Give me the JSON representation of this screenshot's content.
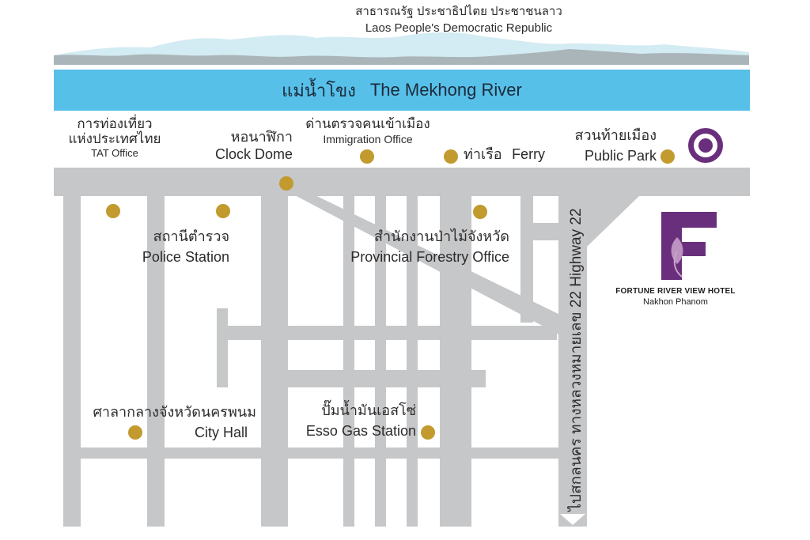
{
  "country": {
    "name_th": "สาธารณรัฐ ประชาธิปไตย ประชาชนลาว",
    "name_en": "Laos People's Democratic Republic"
  },
  "river": {
    "name_th": "แม่น้ำโขง",
    "name_en": "The Mekhong River"
  },
  "places": {
    "tat": {
      "th_line1": "การท่องเที่ยว",
      "th_line2": "แห่งประเทศไทย",
      "en": "TAT Office"
    },
    "clock_dome": {
      "th": "หอนาฬิกา",
      "en": "Clock Dome"
    },
    "immigration": {
      "th": "ด่านตรวจคนเข้าเมือง",
      "en": "Immigration Office"
    },
    "ferry": {
      "th": "ท่าเรือ",
      "en": "Ferry"
    },
    "public_park": {
      "th": "สวนท้ายเมือง",
      "en": "Public Park"
    },
    "police_station": {
      "th": "สถานีตำรวจ",
      "en": "Police Station"
    },
    "forestry_office": {
      "th": "สำนักงานป่าไม้จังหวัด",
      "en": "Provincial Forestry Office"
    },
    "city_hall": {
      "th": "ศาลากลางจังหวัดนครพนม",
      "en": "City Hall"
    },
    "esso": {
      "th": "ปั๊มน้ำมันเอสโซ่",
      "en": "Esso Gas Station"
    }
  },
  "highway": {
    "label": "ไปสกลนคร ทางหลวงหมายเลข 22 Highway 22"
  },
  "hotel": {
    "logo_letter": "F",
    "name": "FORTUNE RIVER VIEW HOTEL",
    "city": "Nakhon Phanom"
  },
  "colors": {
    "road": "#c6c7c9",
    "river": "#57c0e9",
    "mountain_far": "#c9e6ef",
    "mountain_near": "#a8b2b6",
    "poi_dot": "#c29a2e",
    "hotel_purple": "#6a2f7c",
    "text": "#2b2b2b"
  },
  "icons": {
    "poi": "gold-dot-marker",
    "hotel_location": "purple-target-marker",
    "direction": "down-arrow"
  }
}
